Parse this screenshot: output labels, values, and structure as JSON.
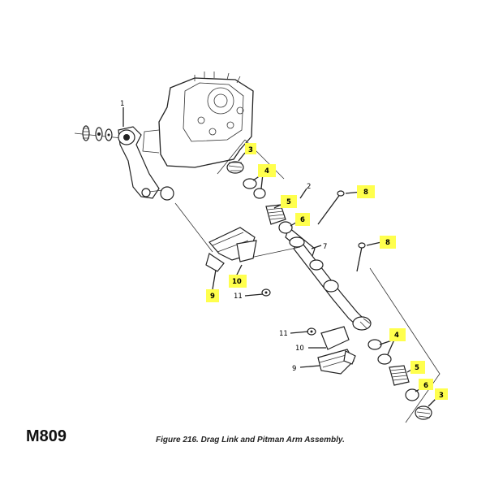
{
  "model": "M809",
  "caption": "Figure 216. Drag Link and Pitman Arm Assembly.",
  "highlight_color": "#ffff4d",
  "callouts": {
    "c1": "1",
    "c2": "2",
    "c3a": "3",
    "c3b": "3",
    "c4a": "4",
    "c4b": "4",
    "c5a": "5",
    "c5b": "5",
    "c6a": "6",
    "c6b": "6",
    "c7": "7",
    "c8a": "8",
    "c8b": "8",
    "c9a": "9",
    "c9b": "9",
    "c10a": "10",
    "c10b": "10",
    "c11a": "11",
    "c11b": "11"
  }
}
